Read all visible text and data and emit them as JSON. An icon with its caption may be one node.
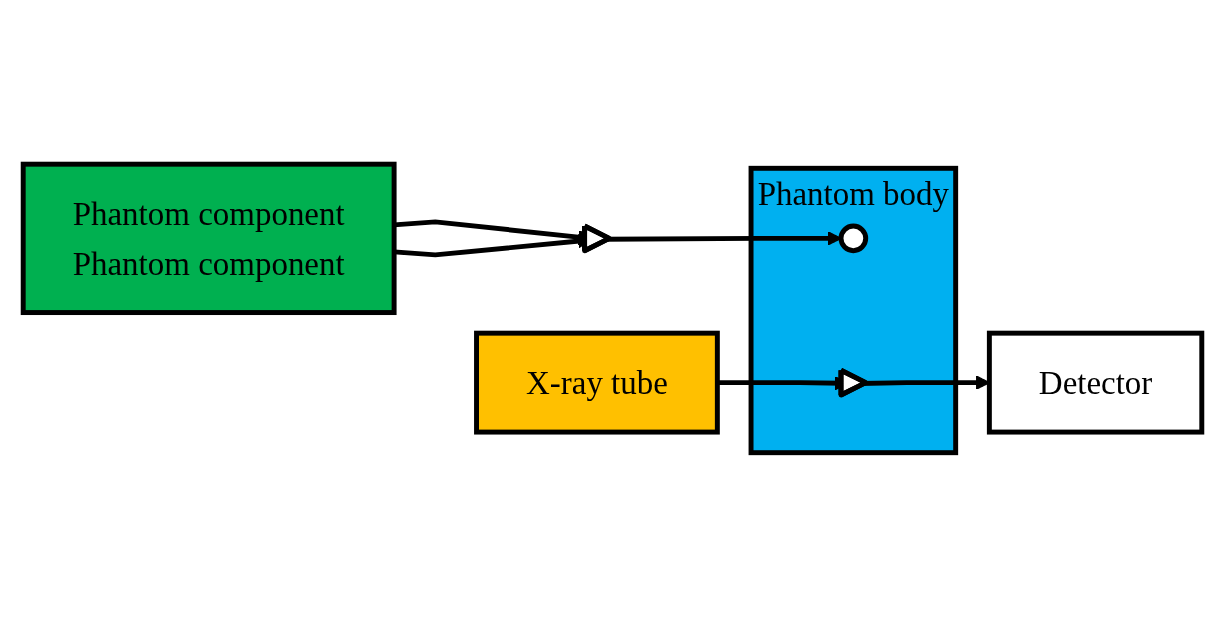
{
  "diagram": {
    "nodes": [
      {
        "text": [
          "Phantom component",
          "Phantom component"
        ]
      },
      {
        "text": [],
        "shape": "triangle"
      },
      {
        "text": [
          "Phantom body"
        ]
      },
      {
        "text": [],
        "shape": "circle",
        "in": 2
      },
      {
        "text": [],
        "shape": "triangle",
        "in": 2
      },
      {
        "text": [
          "X-ray tube"
        ]
      },
      {
        "text": [
          "Detector"
        ]
      }
    ],
    "edges": [
      {
        "from": 0,
        "to": 1,
        "arrow": "to"
      },
      {
        "from": 0,
        "to": 1,
        "arrow": "to"
      },
      {
        "from": 1,
        "to": 3,
        "arrow": "to"
      },
      {
        "from": 5,
        "to": 4,
        "arrow": "to"
      },
      {
        "from": 4,
        "to": 6,
        "arrow": "to"
      }
    ]
  }
}
